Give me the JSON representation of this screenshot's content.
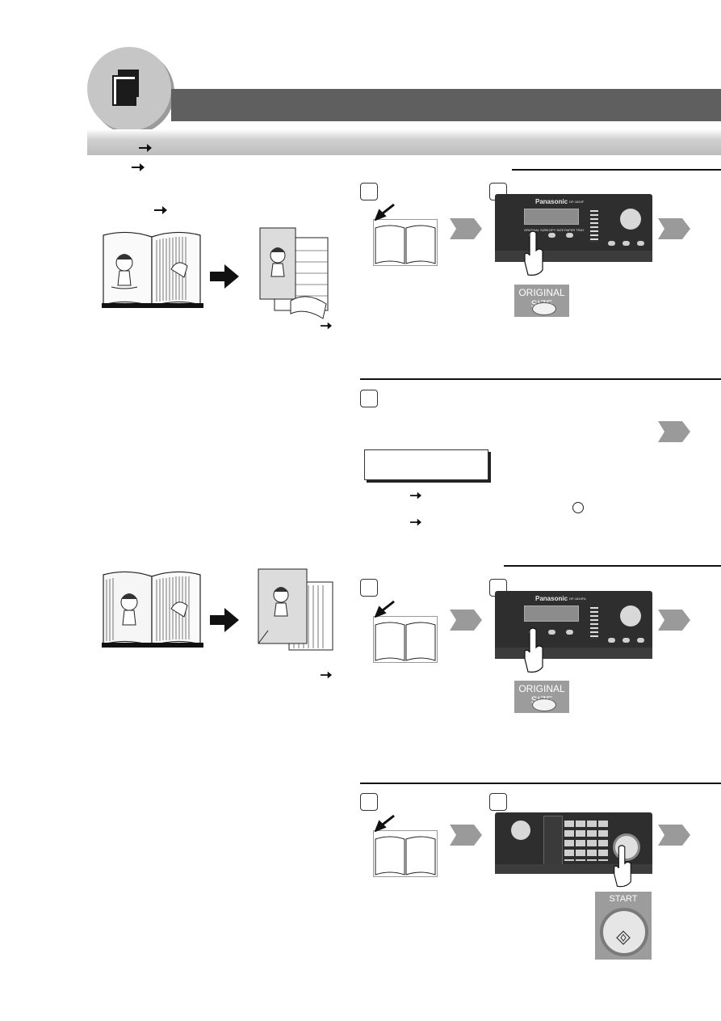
{
  "panel1": {
    "brand": "Panasonic",
    "model": "DP-1810F",
    "btn_labels": [
      "ORIGINAL SIZE",
      "COPY SIZE",
      "PAPER TRAY"
    ]
  },
  "panel2": {
    "brand": "Panasonic",
    "model": "DP-1810FA"
  },
  "labels": {
    "original_size_1": "ORIGINAL SIZE",
    "original_size_2": "ORIGINAL SIZE",
    "start": "START"
  },
  "colors": {
    "header_bar": "#5f5f5f",
    "chevron": "#9a9a9a",
    "panel": "#2e2e2e"
  }
}
